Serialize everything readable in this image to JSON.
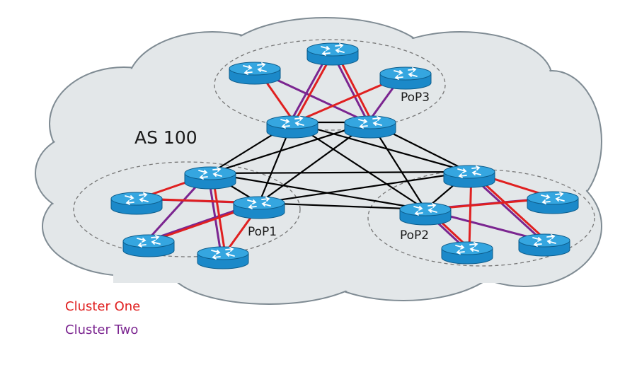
{
  "as_label": "AS 100",
  "pops": [
    {
      "id": "pop1",
      "label": "PoP1"
    },
    {
      "id": "pop2",
      "label": "PoP2"
    },
    {
      "id": "pop3",
      "label": "PoP3"
    }
  ],
  "legend": [
    {
      "label": "Cluster One",
      "color": "#e02020"
    },
    {
      "label": "Cluster Two",
      "color": "#7b2590"
    }
  ],
  "colors": {
    "cloud_fill": "#e3e7e9",
    "cloud_stroke": "#7f8b93",
    "pop_boundary": "#777777",
    "core_link": "#000000",
    "cluster_one": "#e02020",
    "cluster_two": "#7b2590",
    "router_body": "#1b89c9",
    "router_top": "#35a6e0"
  },
  "icons": {
    "router": "router-icon",
    "cloud": "cloud-shape"
  }
}
